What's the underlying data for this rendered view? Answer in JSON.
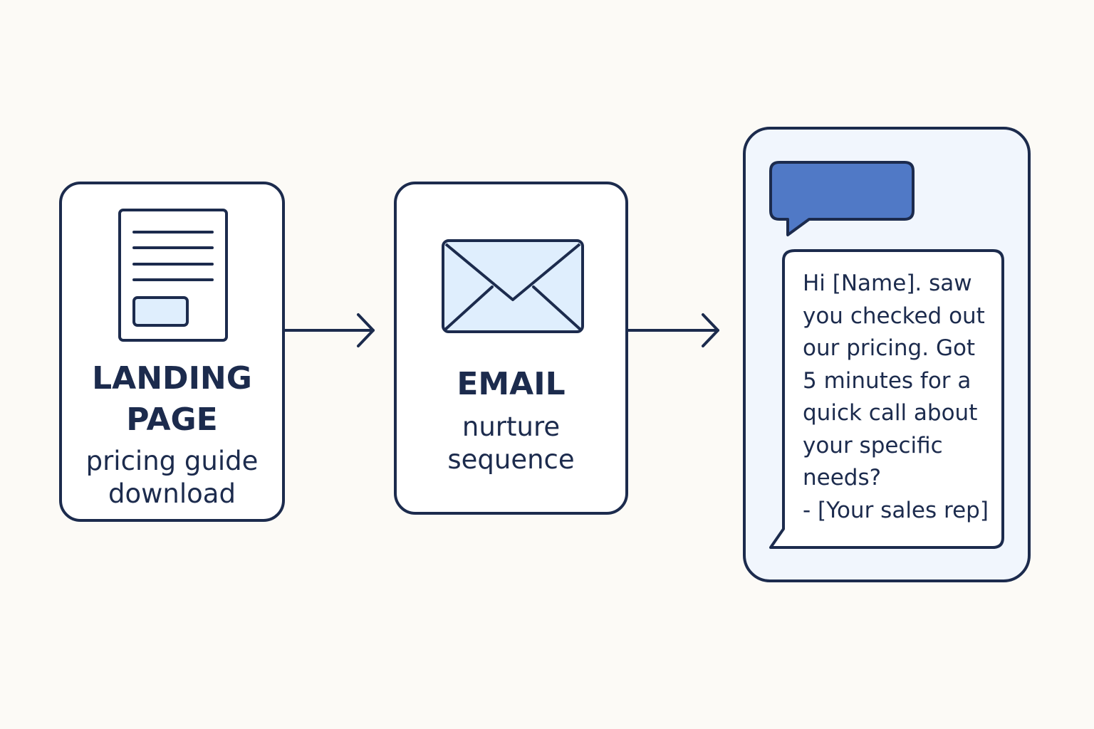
{
  "steps": [
    {
      "title": "LANDING PAGE",
      "subtitle": "pricing guide download",
      "icon": "document-icon"
    },
    {
      "title": "EMAIL",
      "subtitle": "nurture sequence",
      "icon": "envelope-icon"
    },
    {
      "icon": "chat-bubble-icon",
      "message": "Hi [Name]. saw you checked out our pricing. Got 5 minutes for a quick call about your specific needs?\n- [Your sales rep]"
    }
  ],
  "colors": {
    "ink": "#1c2b4d",
    "light_fill": "#dfeefd",
    "accent_blue": "#5079c6",
    "background": "#fcfaf6",
    "sms_card_fill": "#f1f6fd"
  }
}
